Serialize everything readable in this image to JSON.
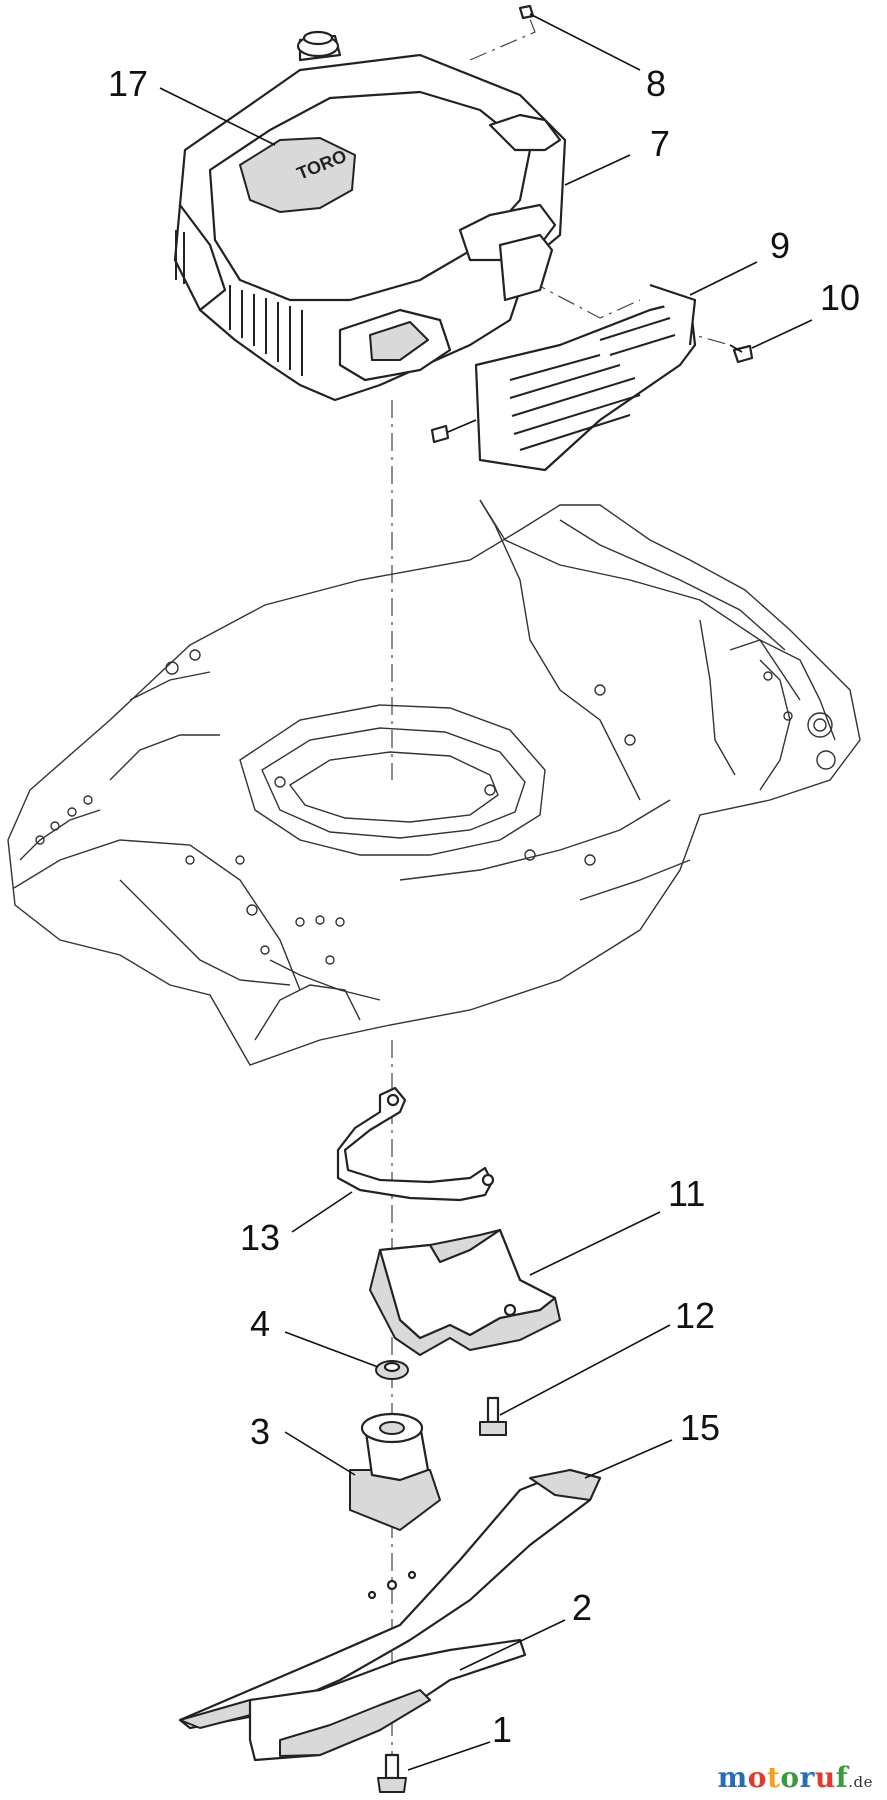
{
  "callouts": {
    "c1": "1",
    "c2": "2",
    "c3": "3",
    "c4": "4",
    "c7": "7",
    "c8": "8",
    "c9": "9",
    "c10": "10",
    "c11": "11",
    "c12": "12",
    "c13": "13",
    "c15": "15",
    "c17": "17"
  },
  "engine_logo": "TORO",
  "watermark": {
    "letters": [
      "m",
      "o",
      "t",
      "o",
      "r",
      "u",
      "f"
    ],
    "letter_colors": [
      "#2a6db5",
      "#e03a2e",
      "#f0a11d",
      "#3a9a3c",
      "#2a6db5",
      "#e03a2e",
      "#3a9a3c"
    ],
    "tld": ".de"
  },
  "colors": {
    "line": "#222222",
    "fill": "#ffffff",
    "shade": "#d9d9d9",
    "background": "#ffffff"
  }
}
